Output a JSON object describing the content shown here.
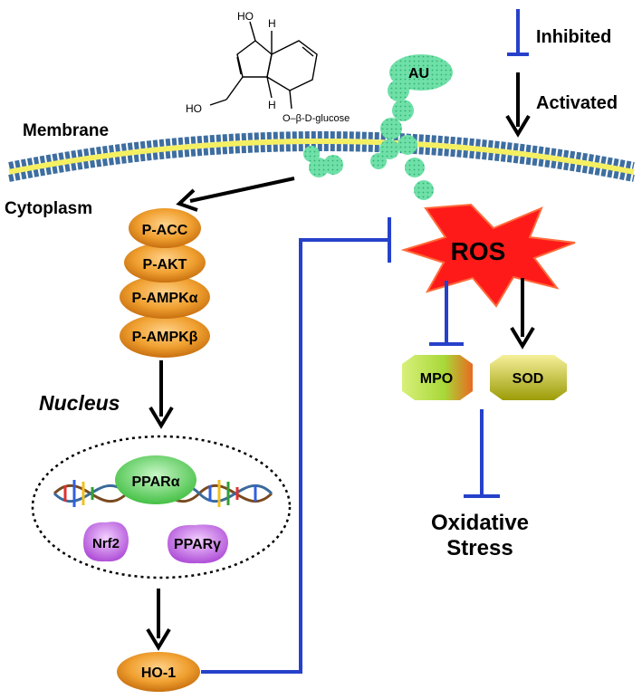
{
  "legend": {
    "inhibited": "Inhibited",
    "activated": "Activated"
  },
  "molecule": {
    "ho_top": "HO",
    "h_top": "H",
    "h_bottom": "H",
    "ho_left": "HO",
    "glucose": "O–β-D-glucose"
  },
  "compound": "AU",
  "compartments": {
    "membrane": "Membrane",
    "cytoplasm": "Cytoplasm",
    "nucleus": "Nucleus"
  },
  "kinases": [
    "P-ACC",
    "P-AKT",
    "P-AMPKα",
    "P-AMPKβ"
  ],
  "nuclear_factors": {
    "ppara": "PPARα",
    "nrf2": "Nrf2",
    "pparg": "PPARγ"
  },
  "ho1": "HO-1",
  "ros": "ROS",
  "mpo": "MPO",
  "sod": "SOD",
  "outcome": {
    "line1": "Oxidative",
    "line2": "Stress"
  },
  "colors": {
    "inhibit_line": "#2641c9",
    "activate_line": "#000000",
    "kinase": "#f0a030",
    "ros_star": "#ff1a1a",
    "ppara": "#5fd35f",
    "nrf2_pparg": "#c060e0",
    "mpo": "#b8e64a",
    "sod": "#d8d820",
    "au": "#6fe0a8",
    "membrane_head": "#4a7fb8",
    "membrane_core": "#f5f062"
  }
}
